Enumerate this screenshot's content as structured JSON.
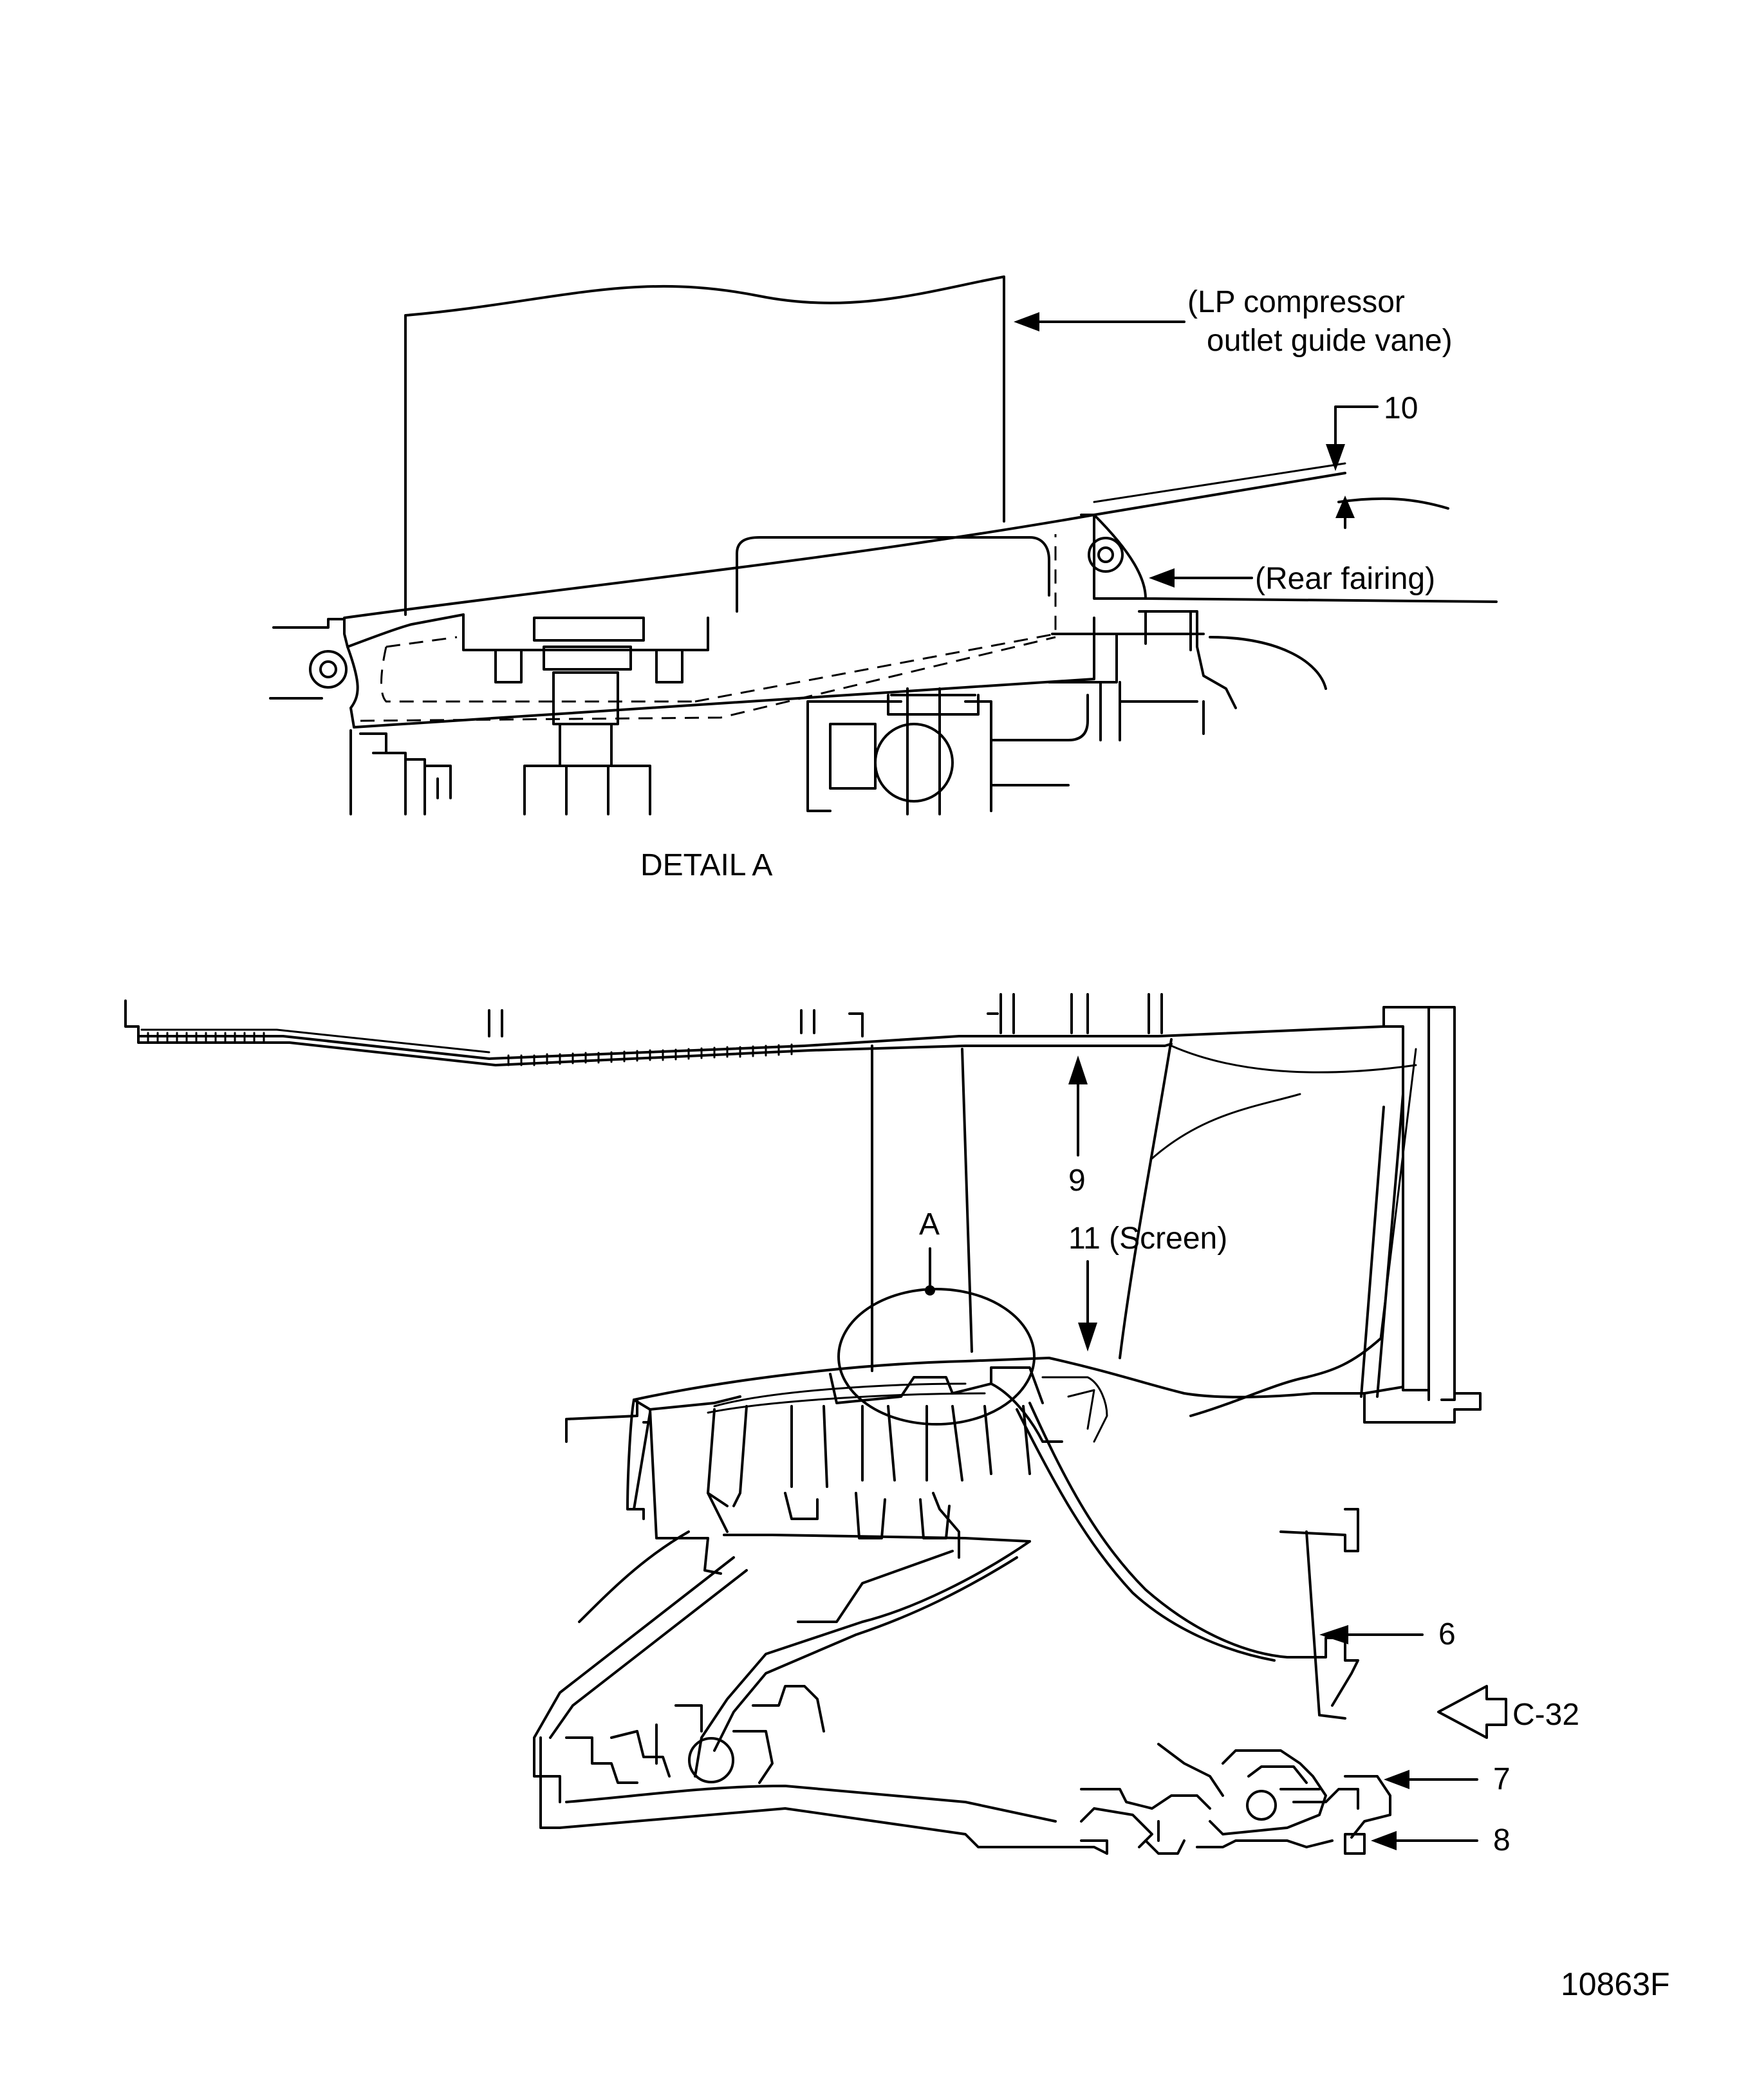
{
  "labels": {
    "lp_vane": [
      "(LP compressor",
      "outlet guide vane)"
    ],
    "rear_fairing": "(Rear fairing)",
    "item10": "10",
    "detail_title": "DETAIL A",
    "item9": "9",
    "item11": "11 (Screen)",
    "detail_ref": "A",
    "item6": "6",
    "c32": "C-32",
    "item7": "7",
    "item8": "8",
    "figure_id": "10863F"
  },
  "icons": {
    "leader": "arrow-leader-icon",
    "view": "view-direction-arrow-icon"
  },
  "colors": {
    "ink": "#000000",
    "paper": "#ffffff"
  }
}
